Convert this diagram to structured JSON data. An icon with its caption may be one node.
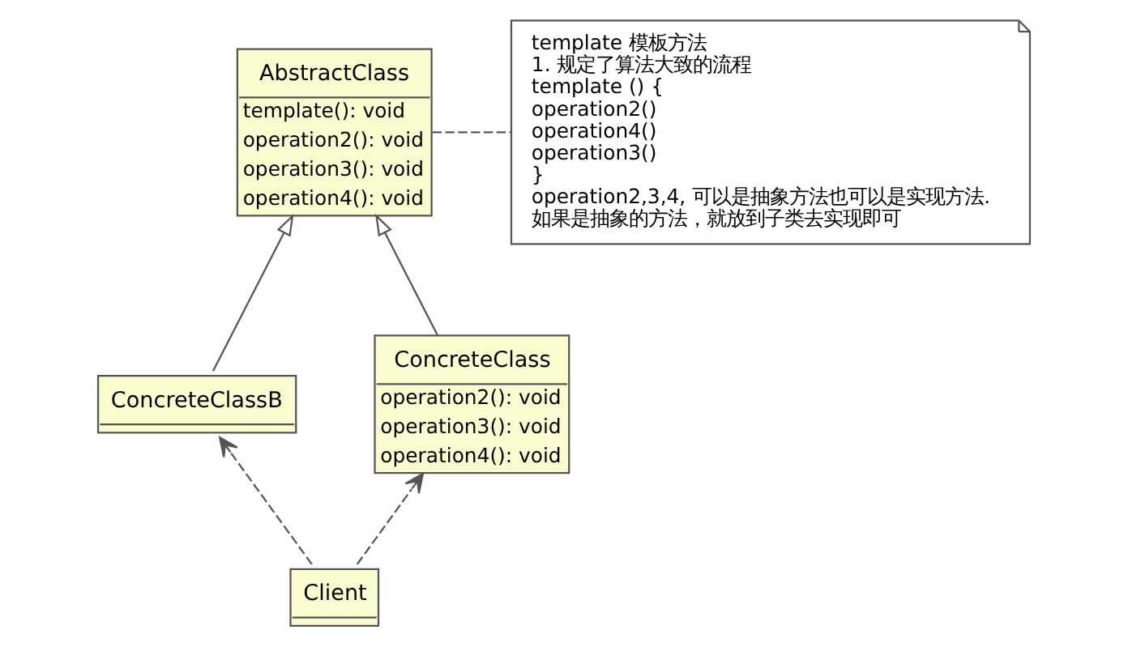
{
  "diagram": {
    "nodes": [
      {
        "text": [
          "AbstractClass",
          "template(): void",
          "operation2(): void",
          "operation3(): void",
          "operation4(): void"
        ]
      },
      {
        "text": [
          "ConcreteClassB"
        ]
      },
      {
        "text": [
          "ConcreteClass",
          "operation2(): void",
          "operation3(): void",
          "operation4(): void"
        ]
      },
      {
        "text": [
          "Client"
        ]
      },
      {
        "text": [
          "template 模板方法",
          "1. 规定了算法大致的流程",
          "template () {",
          "operation2()",
          "operation4()",
          "operation3()",
          "}",
          "operation2,3,4, 可以是抽象方法也可以是实现方法.",
          "如果是抽象的方法，就放到子类去实现即可"
        ]
      }
    ],
    "edges": [
      {
        "from": 1,
        "to": 0,
        "arrow": "to"
      },
      {
        "from": 2,
        "to": 0,
        "arrow": "to"
      },
      {
        "from": 3,
        "to": 1,
        "arrow": "to",
        "style": "dashed"
      },
      {
        "from": 3,
        "to": 2,
        "arrow": "to",
        "style": "dashed"
      },
      {
        "from": 0,
        "to": 4,
        "arrow": "none",
        "style": "dashed"
      }
    ]
  }
}
